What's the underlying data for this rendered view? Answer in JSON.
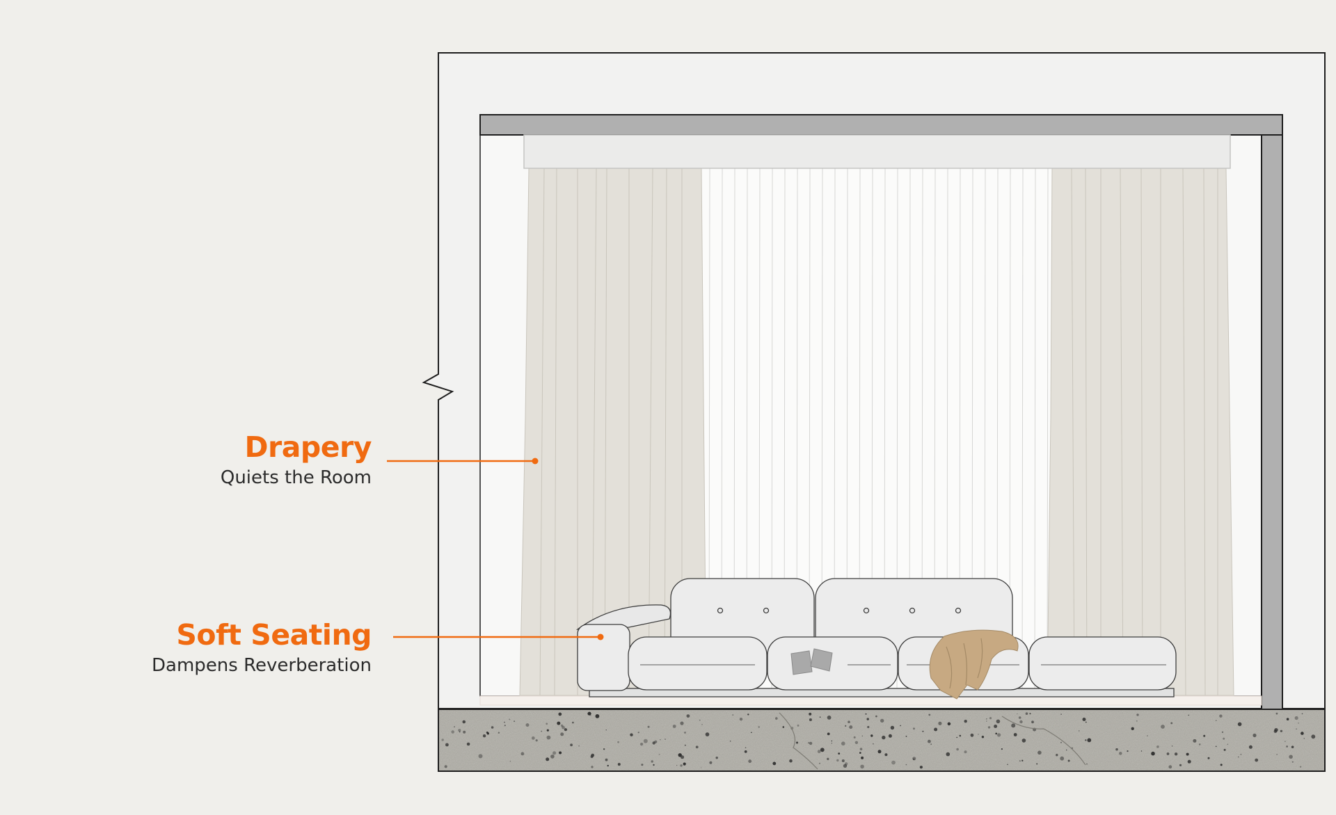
{
  "callouts": {
    "drapery": {
      "title": "Drapery",
      "subtitle": "Quiets the Room"
    },
    "soft_seating": {
      "title": "Soft Seating",
      "subtitle": "Dampens Reverberation"
    }
  },
  "colors": {
    "accent": "#f06a10",
    "background": "#f0efeb",
    "wall": "#f2f2f1",
    "frame": "#b0b0b0",
    "drape": "#e3e0d9",
    "sheer": "#fbfbfa",
    "sofa": "#ececec",
    "throw": "#c7a982",
    "concrete": "#aeaca4",
    "outline": "#1e1e1e"
  },
  "icons": [
    "throw-blanket-icon",
    "pillow-icon",
    "curtain-rod-icon"
  ]
}
